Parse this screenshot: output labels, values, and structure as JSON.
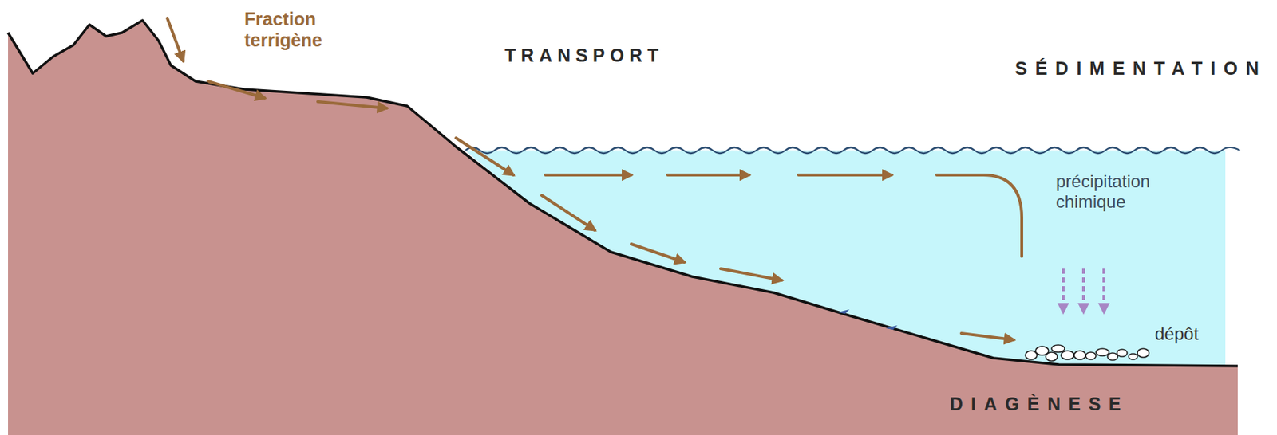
{
  "diagram": {
    "labels": [
      "Fraction terrigène",
      "TRANSPORT",
      "SÉDIMENTATION",
      "précipitation chimique",
      "dépôt",
      "DIAGÈNESE"
    ]
  }
}
